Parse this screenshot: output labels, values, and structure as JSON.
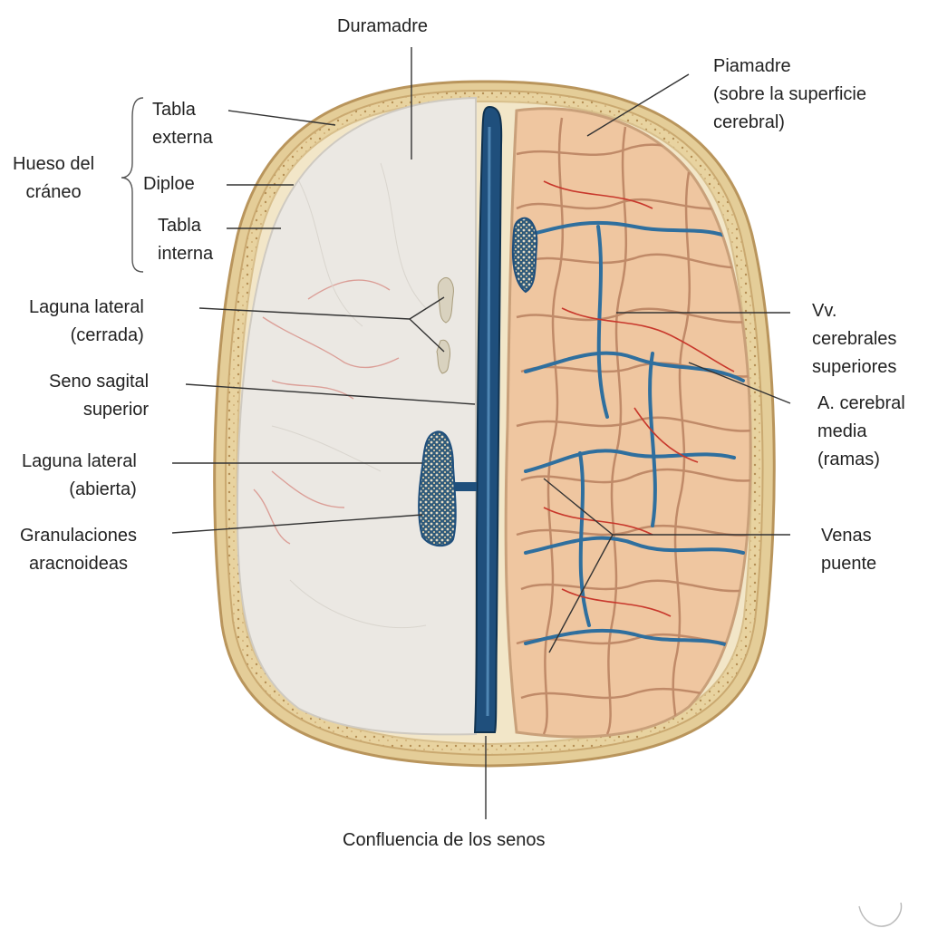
{
  "labels": {
    "duramadre": "Duramadre",
    "piamadre": [
      "Piamadre",
      "(sobre la superficie",
      "cerebral)"
    ],
    "tabla_externa": [
      "Tabla",
      "externa"
    ],
    "diploe": "Diploe",
    "tabla_interna": [
      "Tabla",
      "interna"
    ],
    "hueso_craneo": [
      "Hueso del",
      "cráneo"
    ],
    "laguna_cerrada": [
      "Laguna lateral",
      "(cerrada)"
    ],
    "seno_sagital": [
      "Seno sagital",
      "superior"
    ],
    "laguna_abierta": [
      "Laguna lateral",
      "(abierta)"
    ],
    "granulaciones": [
      "Granulaciones",
      "aracnoideas"
    ],
    "vv_cerebrales": [
      "Vv.",
      "cerebrales",
      "superiores"
    ],
    "a_cerebral": [
      "A. cerebral",
      "media",
      "(ramas)"
    ],
    "venas_puente": [
      "Venas",
      "puente"
    ],
    "confluencia": "Confluencia de los senos"
  },
  "colors": {
    "bone": "#e9d7a8",
    "bone_edge": "#c9a86a",
    "dura": "#ece9e4",
    "sinus": "#1f4f7c",
    "brain": "#efc7a3",
    "vein": "#2f6f9e",
    "artery": "#c8382c",
    "leader": "#333333"
  }
}
